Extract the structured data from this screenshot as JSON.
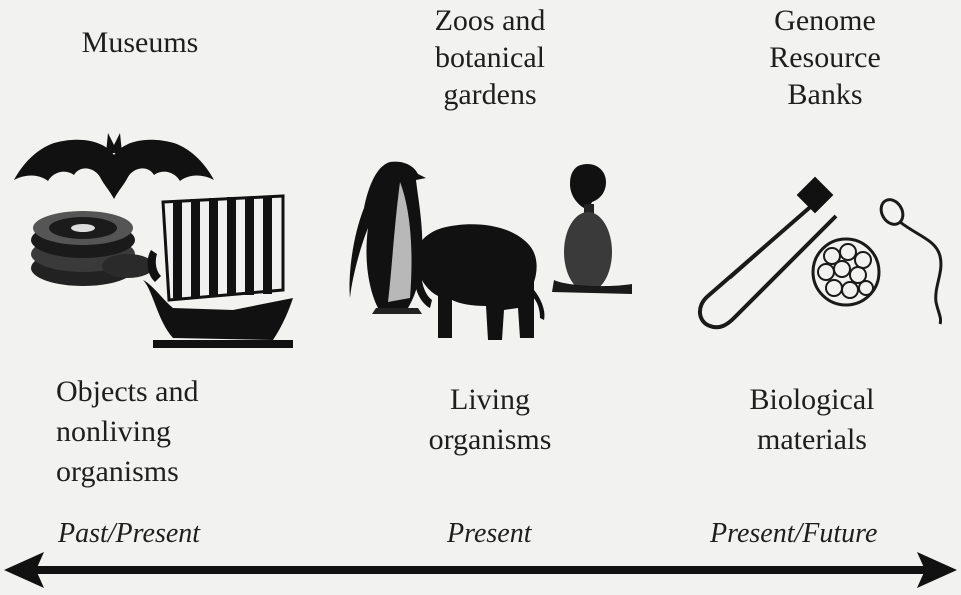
{
  "columns": [
    {
      "heading": [
        "Museums"
      ],
      "caption": [
        "Objects and",
        "nonliving",
        "organisms"
      ],
      "era": "Past/Present",
      "icons": [
        "bat-icon",
        "film-reels-icon",
        "viking-ship-icon"
      ]
    },
    {
      "heading": [
        "Zoos and",
        "botanical",
        "gardens"
      ],
      "caption": [
        "Living",
        "organisms"
      ],
      "era": "Present",
      "icons": [
        "penguin-icon",
        "elephant-icon",
        "seated-figure-icon"
      ]
    },
    {
      "heading": [
        "Genome",
        "Resource",
        "Banks"
      ],
      "caption": [
        "Biological",
        "materials"
      ],
      "era": "Present/Future",
      "icons": [
        "test-tube-icon",
        "egg-cell-icon",
        "sperm-cell-icon"
      ]
    }
  ]
}
